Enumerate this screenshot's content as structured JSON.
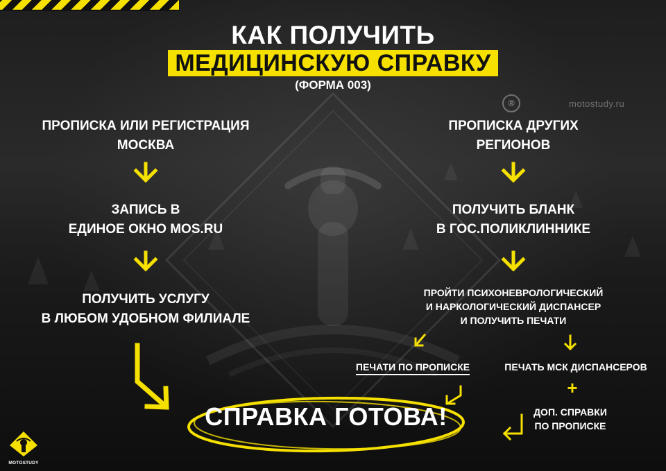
{
  "title": {
    "line1": "КАК ПОЛУЧИТЬ",
    "line2": "МЕДИЦИНСКУЮ СПРАВКУ",
    "subtitle": "(ФОРМА 003)"
  },
  "watermark": "motostudy.ru",
  "registered_mark": "®",
  "left_column": {
    "step1": [
      "ПРОПИСКА ИЛИ РЕГИСТРАЦИЯ",
      "МОСКВА"
    ],
    "step2": [
      "ЗАПИСЬ В",
      "ЕДИНОЕ ОКНО MOS.RU"
    ],
    "step3": [
      "ПОЛУЧИТЬ УСЛУГУ",
      "В ЛЮБОМ УДОБНОМ  ФИЛИАЛЕ"
    ]
  },
  "right_column": {
    "step1": [
      "ПРОПИСКА ДРУГИХ",
      "РЕГИОНОВ"
    ],
    "step2": [
      "ПОЛУЧИТЬ БЛАНК",
      "В ГОС.ПОЛИКЛИННИКЕ"
    ],
    "step3": [
      "ПРОЙТИ ПСИХОНЕВРОЛОГИЧЕСКИЙ",
      "И НАРКОЛОГИЧЕСКИЙ ДИСПАНСЕР",
      "И ПОЛУЧИТЬ ПЕЧАТИ"
    ],
    "branch_left": "ПЕЧАТИ ПО ПРОПИСКЕ",
    "branch_right": "ПЕЧАТЬ МСК ДИСПАНСЕРОВ",
    "plus": "+",
    "extra": [
      "ДОП. СПРАВКИ",
      "ПО  ПРОПИСКЕ"
    ]
  },
  "final": "СПРАВКА ГОТОВА!",
  "logo_text": "MOTOSTUDY",
  "colors": {
    "accent": "#f5e000",
    "background": "#141414",
    "text": "#ffffff"
  }
}
